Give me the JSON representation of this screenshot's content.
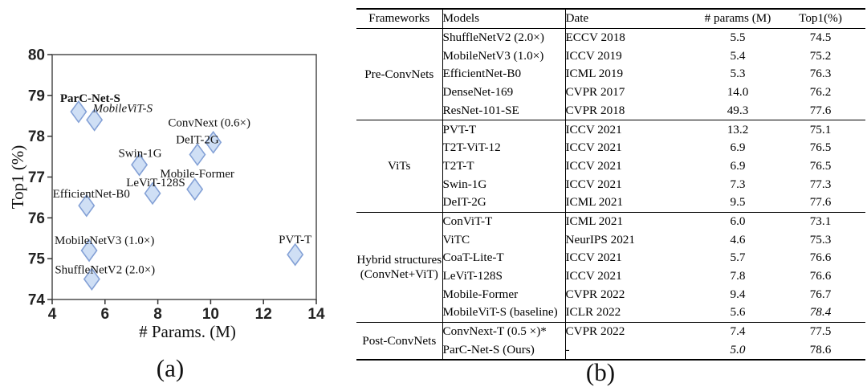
{
  "figure": {
    "captions": {
      "a": "(a)",
      "b": "(b)"
    }
  },
  "chart_data": {
    "type": "scatter",
    "xlabel": "# Params. (M)",
    "ylabel": "Top1 (%)",
    "xlim": [
      4,
      14
    ],
    "ylim": [
      74,
      80
    ],
    "xticks": [
      4,
      6,
      8,
      10,
      12,
      14
    ],
    "yticks": [
      74,
      75,
      76,
      77,
      78,
      79,
      80
    ],
    "grid": false,
    "marker": "diamond",
    "marker_fill": "#cfdff5",
    "marker_stroke": "#84a1d6",
    "frame_color": "#4d4d4d",
    "points": [
      {
        "label": "ParC-Net-S",
        "x": 5.0,
        "y": 78.6,
        "style": "bold",
        "anchor": "start",
        "dx": -23,
        "dy": -12
      },
      {
        "label": "MobileViT-S",
        "x": 5.6,
        "y": 78.4,
        "style": "italic",
        "anchor": "start",
        "dx": -2,
        "dy": -10
      },
      {
        "label": "ConvNext (0.6×)",
        "x": 10.1,
        "y": 77.85,
        "style": "normal",
        "anchor": "middle",
        "dx": -5,
        "dy": -20
      },
      {
        "label": "DeIT-2G",
        "x": 9.5,
        "y": 77.55,
        "style": "normal",
        "anchor": "middle",
        "dx": 0,
        "dy": -14
      },
      {
        "label": "Swin-1G",
        "x": 7.3,
        "y": 77.3,
        "style": "normal",
        "anchor": "middle",
        "dx": 1,
        "dy": -10
      },
      {
        "label": "Mobile-Former",
        "x": 9.4,
        "y": 76.7,
        "style": "normal",
        "anchor": "middle",
        "dx": 3,
        "dy": -15
      },
      {
        "label": "LeViT-128S",
        "x": 7.8,
        "y": 76.6,
        "style": "normal",
        "anchor": "middle",
        "dx": 4,
        "dy": -9
      },
      {
        "label": "EfficientNet-B0",
        "x": 5.3,
        "y": 76.3,
        "style": "normal",
        "anchor": "middle",
        "dx": 6,
        "dy": -10
      },
      {
        "label": "MobileNetV3 (1.0×)",
        "x": 5.4,
        "y": 75.2,
        "style": "normal",
        "anchor": "start",
        "dx": -43,
        "dy": -8
      },
      {
        "label": "PVT-T",
        "x": 13.2,
        "y": 75.1,
        "style": "normal",
        "anchor": "middle",
        "dx": 0,
        "dy": -14
      },
      {
        "label": "ShuffleNetV2 (2.0×)",
        "x": 5.5,
        "y": 74.5,
        "style": "normal",
        "anchor": "start",
        "dx": -46,
        "dy": -7
      }
    ]
  },
  "table": {
    "headers": [
      "Frameworks",
      "Models",
      "Date",
      "# params (M)",
      "Top1(%)"
    ],
    "groups": [
      {
        "framework": [
          "Pre-ConvNets"
        ],
        "rows": [
          {
            "model": "ShuffleNetV2 (2.0×)",
            "date": "ECCV 2018",
            "params": "5.5",
            "top1": "74.5"
          },
          {
            "model": "MobileNetV3 (1.0×)",
            "date": "ICCV 2019",
            "params": "5.4",
            "top1": "75.2"
          },
          {
            "model": "EfficientNet-B0",
            "date": "ICML 2019",
            "params": "5.3",
            "top1": "76.3"
          },
          {
            "model": "DenseNet-169",
            "date": "CVPR 2017",
            "params": "14.0",
            "top1": "76.2"
          },
          {
            "model": "ResNet-101-SE",
            "date": "CVPR 2018",
            "params": "49.3",
            "top1": "77.6"
          }
        ]
      },
      {
        "framework": [
          "ViTs"
        ],
        "rows": [
          {
            "model": "PVT-T",
            "date": "ICCV 2021",
            "params": "13.2",
            "top1": "75.1"
          },
          {
            "model": "T2T-ViT-12",
            "date": "ICCV 2021",
            "params": "6.9",
            "top1": "76.5"
          },
          {
            "model": "T2T-T",
            "date": "ICCV 2021",
            "params": "6.9",
            "top1": "76.5"
          },
          {
            "model": "Swin-1G",
            "date": "ICCV 2021",
            "params": "7.3",
            "top1": "77.3"
          },
          {
            "model": "DeIT-2G",
            "date": "ICML 2021",
            "params": "9.5",
            "top1": "77.6"
          }
        ]
      },
      {
        "framework": [
          "Hybrid structures",
          "(ConvNet+ViT)"
        ],
        "rows": [
          {
            "model": "ConViT-T",
            "date": "ICML 2021",
            "params": "6.0",
            "top1": "73.1"
          },
          {
            "model": "ViTC",
            "date": "NeurIPS 2021",
            "params": "4.6",
            "top1": "75.3",
            "params_style": "bold"
          },
          {
            "model": "CoaT-Lite-T",
            "date": "ICCV 2021",
            "params": "5.7",
            "top1": "76.6"
          },
          {
            "model": "LeViT-128S",
            "date": "ICCV 2021",
            "params": "7.8",
            "top1": "76.6"
          },
          {
            "model": "Mobile-Former",
            "date": "CVPR 2022",
            "params": "9.4",
            "top1": "76.7"
          },
          {
            "model": "MobileViT-S (baseline)",
            "date": "ICLR 2022",
            "params": "5.6",
            "top1": "78.4",
            "top1_style": "italic"
          }
        ]
      },
      {
        "framework": [
          "Post-ConvNets"
        ],
        "rows": [
          {
            "model": "ConvNext-T (0.5 ×)*",
            "date": "CVPR 2022",
            "params": "7.4",
            "top1": "77.5"
          },
          {
            "model": "ParC-Net-S  (Ours)",
            "date": "-",
            "params": "5.0",
            "top1": "78.6",
            "params_style": "italic",
            "top1_style": "bold"
          }
        ]
      }
    ]
  }
}
